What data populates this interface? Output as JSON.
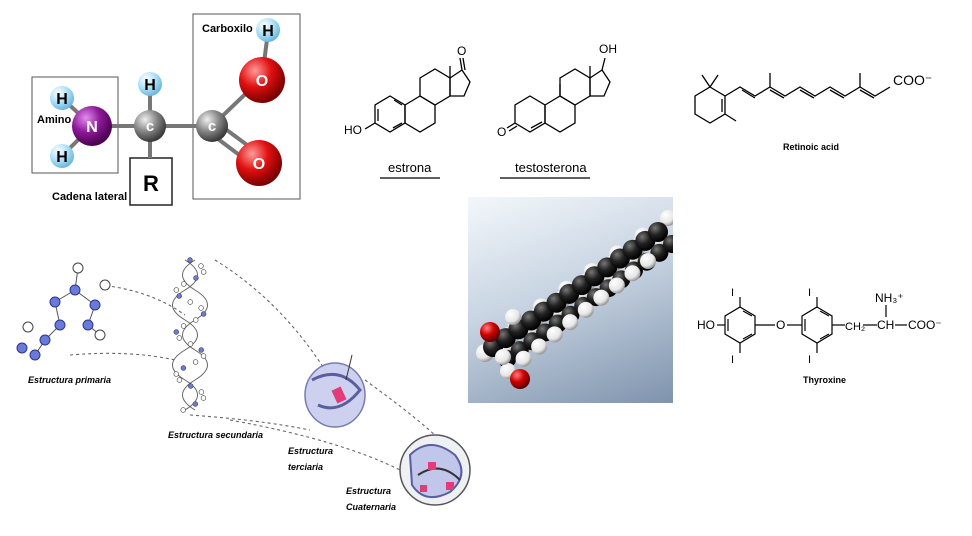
{
  "amino_acid": {
    "amino_label": "Amino",
    "carboxyl_label": "Carboxilo",
    "side_chain_label": "Cadena lateral",
    "r_group": "R",
    "atoms": {
      "h": "H",
      "n": "N",
      "c": "c",
      "o": "O"
    },
    "colors": {
      "nitrogen": "#8e1a9a",
      "oxygen": "#e01010",
      "carbon": "#8c8c8c",
      "hydrogen": "#a9ddf5"
    }
  },
  "estrone": {
    "caption": "estrona",
    "ketone_o": "O",
    "hydroxyl": "HO"
  },
  "testosterone": {
    "caption": "testosterona",
    "hydroxyl": "OH",
    "ketone_o": "O"
  },
  "retinoic": {
    "caption": "Retinoic acid",
    "group": "COO⁻"
  },
  "thyroxine": {
    "caption": "Thyroxine",
    "iodine": "I",
    "hydroxyl": "HO",
    "ether_o": "O",
    "ch2": "CH₂",
    "ch": "CH",
    "nh3": "NH₃⁺",
    "coo": "COO⁻"
  },
  "protein": {
    "primary": "Estructura primaria",
    "secondary": "Estructura secundaria",
    "tertiary_1": "Estructura",
    "tertiary_2": "terciaria",
    "quaternary_1": "Estructura",
    "quaternary_2": "Cuaternaria"
  }
}
